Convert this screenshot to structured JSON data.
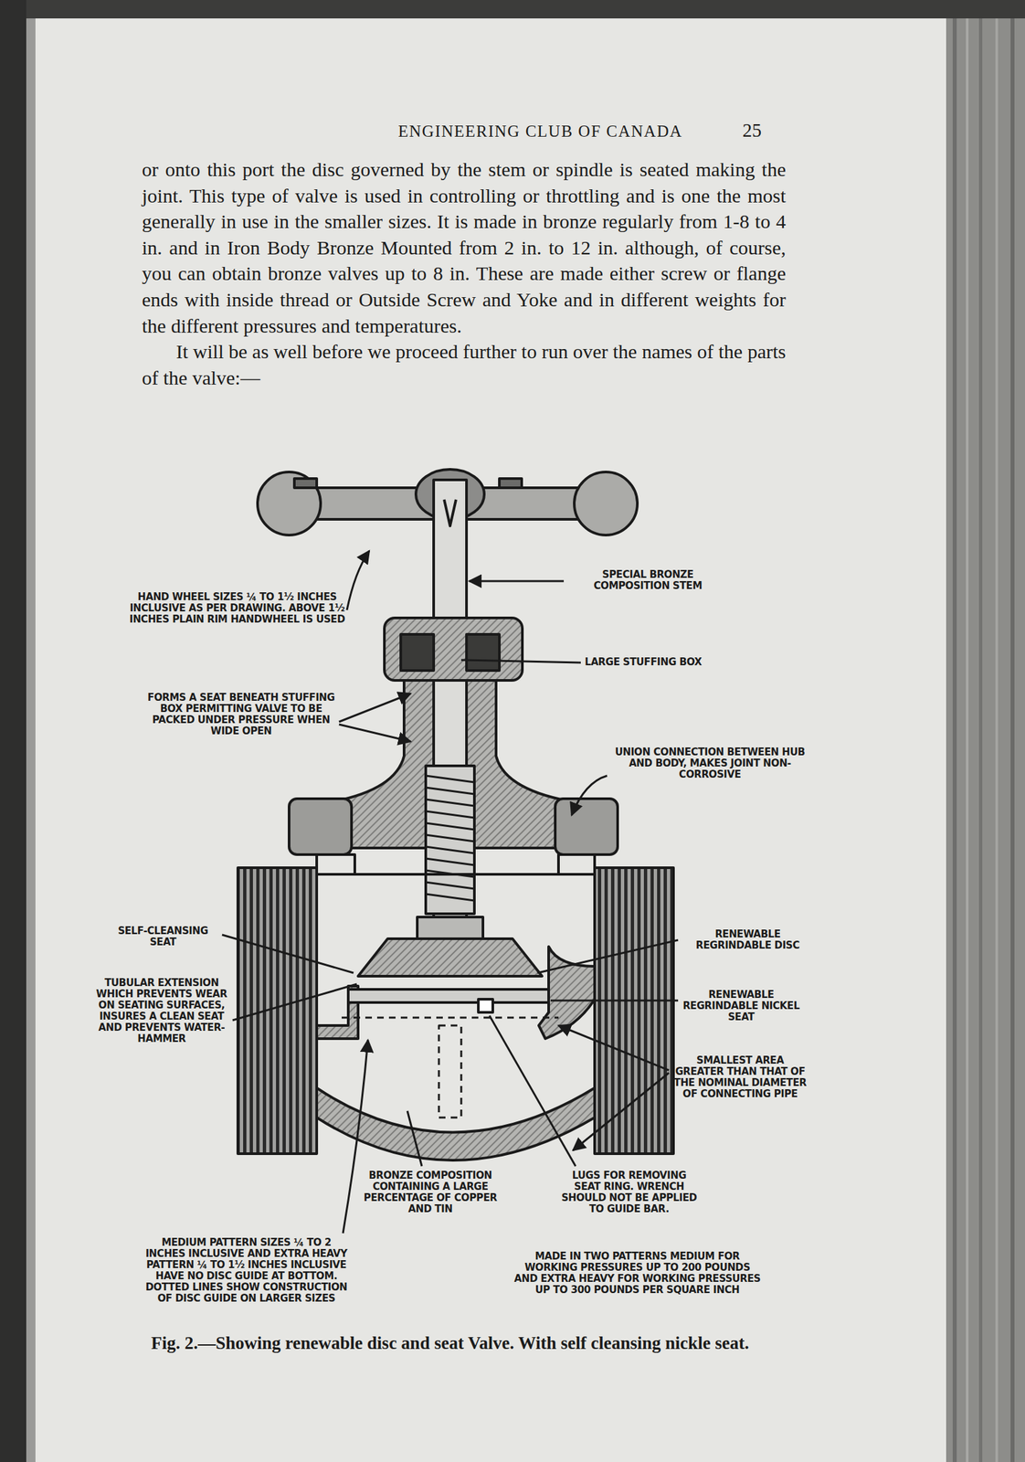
{
  "diagram": {
    "title": "ENGINEERING CLUB OF CANADA",
    "caption": "Fig. 2.—Showing renewable disc and seat Valve. With self cleansing nickle seat.",
    "labels": [
      "25",
      "or onto this port the disc governed by the stem or spindle is seated making the joint. This type of valve is used in controlling or throttling and is one the most generally in use in the smaller sizes. It is made in bronze regularly from 1-8 to 4 in. and in Iron Body Bronze Mounted from 2 in. to 12 in. although, of course, you can obtain bronze valves up to 8 in. These are made either screw or flange ends with inside thread or Outside Screw and Yoke and in different weights for the different pressures and temperatures.",
      "It will be as well before we proceed further to run over the names of the parts of the valve:—",
      "HAND WHEEL SIZES ¼ TO 1½ INCHES INCLUSIVE AS PER DRAWING. ABOVE 1½ INCHES PLAIN RIM HANDWHEEL IS USED",
      "SPECIAL BRONZE COMPOSITION STEM",
      "LARGE STUFFING BOX",
      "FORMS A SEAT BENEATH STUFFING BOX PERMITTING VALVE TO BE PACKED UNDER PRESSURE WHEN WIDE OPEN",
      "UNION CONNECTION BETWEEN HUB AND BODY, MAKES JOINT NON-CORROSIVE",
      "SELF-CLEANSING SEAT",
      "TUBULAR EXTENSION WHICH PREVENTS WEAR ON SEATING SURFACES, INSURES A CLEAN SEAT AND PREVENTS WATER-HAMMER",
      "RENEWABLE REGRINDABLE DISC",
      "RENEWABLE REGRINDABLE NICKEL SEAT",
      "SMALLEST AREA GREATER THAN THAT OF THE NOMINAL DIAMETER OF CONNECTING PIPE",
      "BRONZE COMPOSITION CONTAINING A LARGE PERCENTAGE OF COPPER AND TIN",
      "LUGS FOR REMOVING SEAT RING. WRENCH SHOULD NOT BE APPLIED TO GUIDE BAR.",
      "MEDIUM PATTERN SIZES ¼ TO 2 INCHES INCLUSIVE AND EXTRA HEAVY PATTERN ¼ TO 1½ INCHES INCLUSIVE HAVE NO DISC GUIDE AT BOTTOM. DOTTED LINES SHOW CONSTRUCTION OF DISC GUIDE ON LARGER SIZES",
      "MADE IN TWO PATTERNS MEDIUM FOR WORKING PRESSURES UP TO 200 POUNDS AND EXTRA HEAVY FOR WORKING PRESSURES UP TO 300 POUNDS PER SQUARE INCH"
    ]
  }
}
